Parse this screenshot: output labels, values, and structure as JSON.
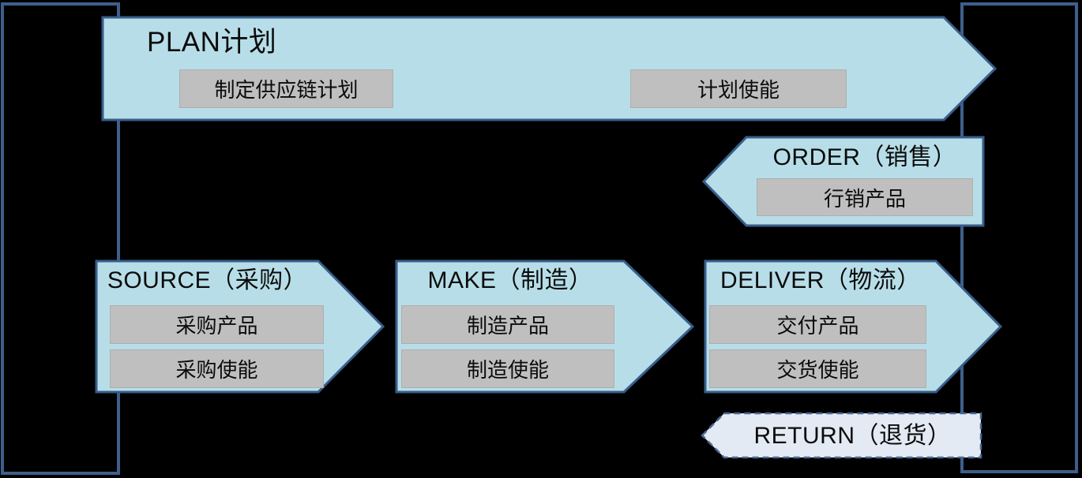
{
  "colors": {
    "background": "#000000",
    "arrow_fill": "#B7DEE8",
    "arrow_border": "#385D8A",
    "frame_border": "#3E5F8A",
    "gray_box_fill": "#BFBFBF",
    "return_fill": "#E3EAF4",
    "return_border": "#4A6896",
    "text": "#0B0B0B"
  },
  "arrows": {
    "plan": {
      "title": "PLAN计划",
      "boxes": [
        "制定供应链计划",
        "计划使能"
      ]
    },
    "order": {
      "title": "ORDER（销售）",
      "boxes": [
        "行销产品"
      ]
    },
    "source": {
      "title": "SOURCE（采购）",
      "boxes": [
        "采购产品",
        "采购使能"
      ]
    },
    "make": {
      "title": "MAKE（制造）",
      "boxes": [
        "制造产品",
        "制造使能"
      ]
    },
    "deliver": {
      "title": "DELIVER（物流）",
      "boxes": [
        "交付产品",
        "交货使能"
      ]
    },
    "return": {
      "title": "RETURN（退货）"
    }
  }
}
